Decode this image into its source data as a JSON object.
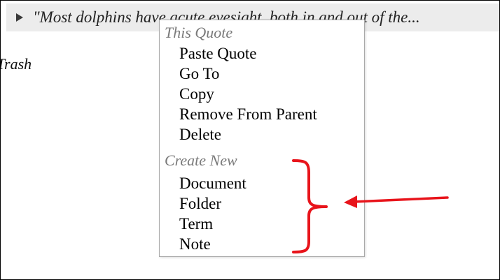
{
  "quote": {
    "text": "\"Most dolphins have acute eyesight, both in and out of the..."
  },
  "sidebar": {
    "trash_label": "Trash"
  },
  "context_menu": {
    "this_quote_header": "This Quote",
    "this_quote_items": [
      "Paste Quote",
      "Go To",
      "Copy",
      "Remove From Parent",
      "Delete"
    ],
    "create_new_header": "Create New",
    "create_new_items": [
      "Document",
      "Folder",
      "Term",
      "Note"
    ]
  },
  "annotation": {
    "color": "#e8141b",
    "icons": [
      "bracket-annotation",
      "arrow-annotation"
    ]
  }
}
